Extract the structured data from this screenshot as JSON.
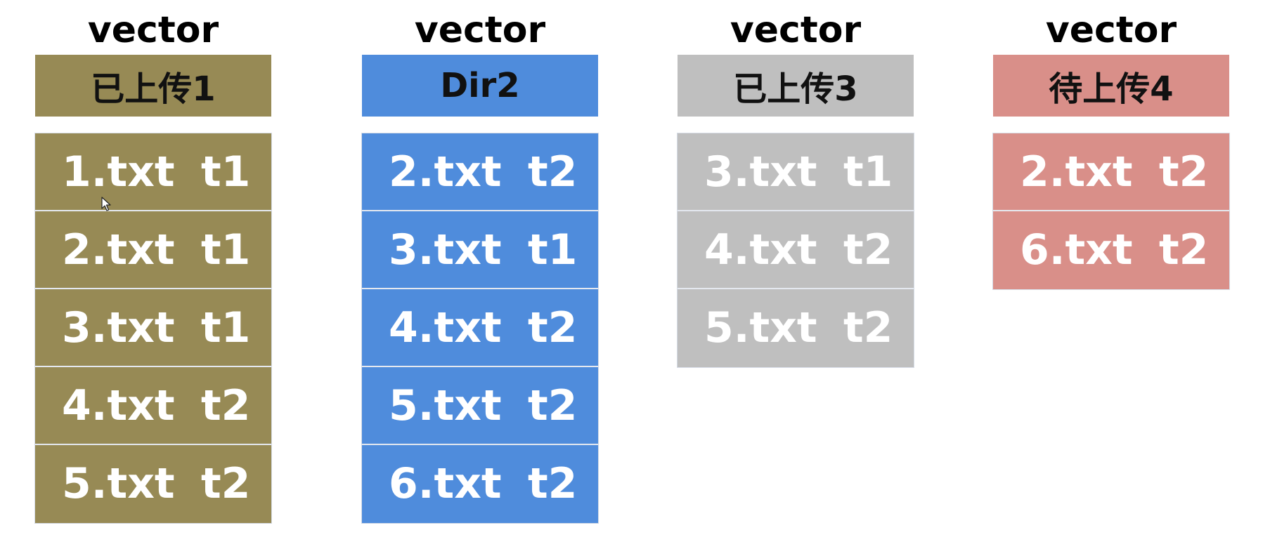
{
  "columns": [
    {
      "title": "vector",
      "header": "已上传1",
      "color": "#978a55",
      "items": [
        {
          "file": "1.txt",
          "tag": "t1"
        },
        {
          "file": "2.txt",
          "tag": "t1"
        },
        {
          "file": "3.txt",
          "tag": "t1"
        },
        {
          "file": "4.txt",
          "tag": "t2"
        },
        {
          "file": "5.txt",
          "tag": "t2"
        }
      ]
    },
    {
      "title": "vector",
      "header": "Dir2",
      "color": "#4f8cdc",
      "items": [
        {
          "file": "2.txt",
          "tag": "t2"
        },
        {
          "file": "3.txt",
          "tag": "t1"
        },
        {
          "file": "4.txt",
          "tag": "t2"
        },
        {
          "file": "5.txt",
          "tag": "t2"
        },
        {
          "file": "6.txt",
          "tag": "t2"
        }
      ]
    },
    {
      "title": "vector",
      "header": "已上传3",
      "color": "#bfbfbf",
      "items": [
        {
          "file": "3.txt",
          "tag": "t1"
        },
        {
          "file": "4.txt",
          "tag": "t2"
        },
        {
          "file": "5.txt",
          "tag": "t2"
        }
      ]
    },
    {
      "title": "vector",
      "header": "待上传4",
      "color": "#d98f89",
      "items": [
        {
          "file": "2.txt",
          "tag": "t2"
        },
        {
          "file": "6.txt",
          "tag": "t2"
        }
      ]
    }
  ],
  "cursor_icon": "mouse-pointer-icon"
}
